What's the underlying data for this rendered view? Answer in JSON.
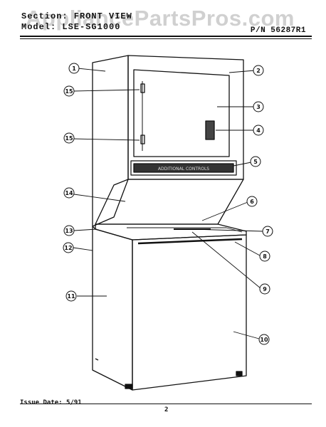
{
  "header": {
    "section_label": "Section: FRONT VIEW",
    "model_label": "Model: LSE-SG1000",
    "part_number": "P/N 56287R1"
  },
  "watermark": "AppliancePartsPros.com",
  "footer": {
    "issue_date": "Issue Date: 5/91",
    "page_number": "2"
  },
  "callouts": [
    "1",
    "2",
    "3",
    "4",
    "5",
    "6",
    "7",
    "8",
    "9",
    "10",
    "11",
    "12",
    "13",
    "14",
    "15",
    "15"
  ],
  "panel_text": "ADDITIONAL CONTROLS"
}
